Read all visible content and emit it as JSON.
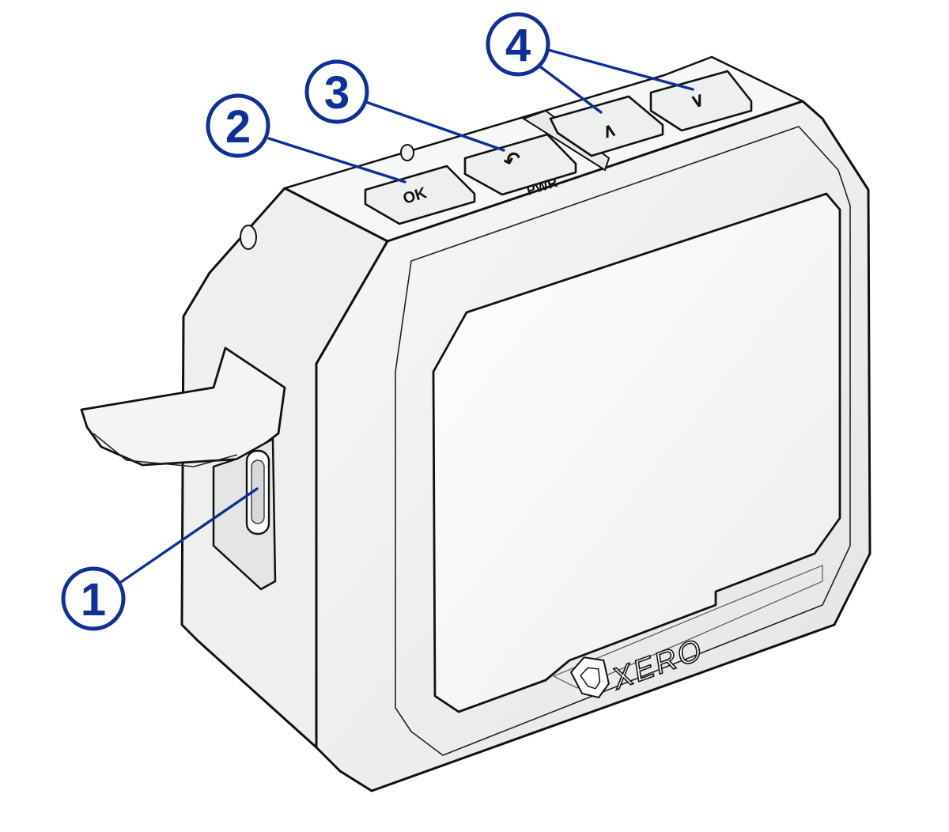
{
  "device": {
    "brand_logo": "XERO",
    "buttons": {
      "ok_label": "OK",
      "back_symbol": "↶",
      "pwr_label": "PWR",
      "up_symbol": "∧",
      "down_symbol": "∨"
    }
  },
  "callouts": [
    {
      "number": "1"
    },
    {
      "number": "2"
    },
    {
      "number": "3"
    },
    {
      "number": "4"
    }
  ],
  "colors": {
    "callout": "#0f2f9a",
    "device_body": "#ffffff",
    "device_shade": "#e6e8e8",
    "screen": "#f3f4f4",
    "outline": "#111111"
  }
}
